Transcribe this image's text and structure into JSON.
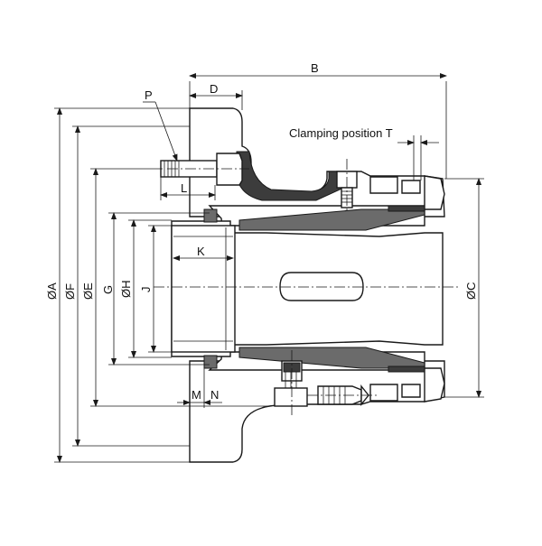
{
  "labels": {
    "B": "B",
    "D": "D",
    "P": "P",
    "L": "L",
    "K": "K",
    "M": "M",
    "N": "N",
    "clamping": "Clamping position T",
    "A": "ØA",
    "F": "ØF",
    "E": "ØE",
    "G": "G",
    "H": "ØH",
    "J": "J",
    "C": "ØC"
  },
  "colors": {
    "line": "#1a1a1a",
    "shade": "#6b6b6b",
    "dark_shade": "#3c3c3c",
    "background": "#ffffff"
  }
}
